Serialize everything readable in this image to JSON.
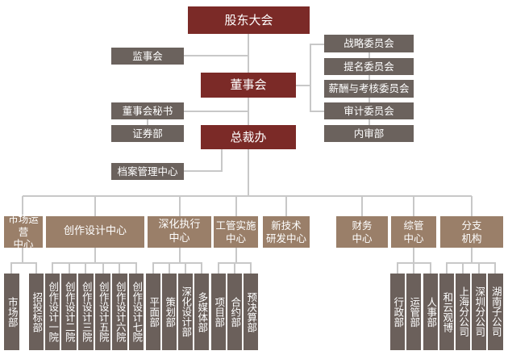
{
  "top": {
    "shareholders": "股东大会",
    "board": "董事会",
    "president_office": "总裁办",
    "supervisors": "监事会",
    "board_secretary": "董事会秘书",
    "securities": "证券部",
    "archives": "档案管理中心"
  },
  "committees": [
    "战略委员会",
    "提名委员会",
    "薪酬与考核委员会",
    "审计委员会",
    "内审部"
  ],
  "centers": [
    {
      "line1": "市场运营",
      "line2": "中心",
      "children": [
        "市场部",
        "招投标部"
      ]
    },
    {
      "line1": "创作设计中心",
      "line2": "",
      "children": [
        "创作设计一院",
        "创作设计二院",
        "创作设计三院",
        "创作设计五院",
        "创作设计六院",
        "创作设计七院"
      ]
    },
    {
      "line1": "深化执行",
      "line2": "中心",
      "children": [
        "平面部",
        "策划部",
        "深化设计部",
        "多媒体部"
      ]
    },
    {
      "line1": "工管实施",
      "line2": "中心",
      "children": [
        "项目部",
        "合约部",
        "预决算部"
      ]
    },
    {
      "line1": "新技术",
      "line2": "研发中心",
      "children": []
    },
    {
      "line1": "财务",
      "line2": "中心",
      "children": []
    },
    {
      "line1": "综管",
      "line2": "中心",
      "children": [
        "行政部",
        "运管部",
        "人事部"
      ]
    },
    {
      "line1": "分支",
      "line2": "机构",
      "children": [
        "和云观博",
        "上海分公司",
        "深圳分公司",
        "湖南子公司"
      ]
    }
  ],
  "colors": {
    "executive": "#7b2a27",
    "center": "#9a7f69",
    "department": "#6b605b",
    "connector": "#c8c8c8"
  }
}
